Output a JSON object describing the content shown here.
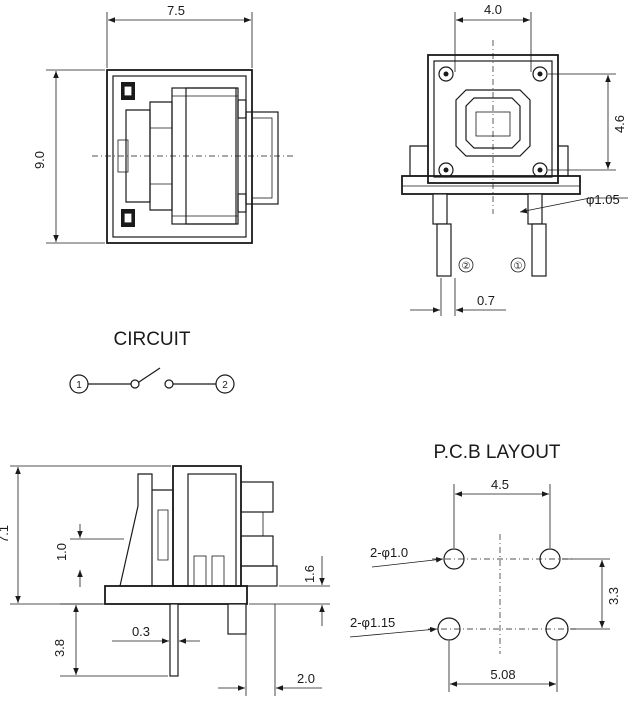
{
  "top_view": {
    "width_dim": "7.5",
    "height_dim": "9.0"
  },
  "front_view": {
    "pitch_dim": "4.0",
    "height_dim": "4.6",
    "pin_dia_dim": "φ1.05",
    "pin_offset_dim": "0.7",
    "pin_labels": [
      "②",
      "①"
    ]
  },
  "circuit": {
    "title": "CIRCUIT",
    "node_labels": [
      "1",
      "2"
    ]
  },
  "side_view": {
    "height_dim": "7.1",
    "lever_dim": "1.0",
    "base_dim": "1.6",
    "pin_len_dim": "3.8",
    "pin_thk_dim": "0.3",
    "offset_dim": "2.0"
  },
  "pcb_layout": {
    "title": "P.C.B LAYOUT",
    "top_pitch_dim": "4.5",
    "bottom_pitch_dim": "5.08",
    "row_dim": "3.3",
    "hole_small_label": "2-φ1.0",
    "hole_large_label": "2-φ1.15"
  }
}
